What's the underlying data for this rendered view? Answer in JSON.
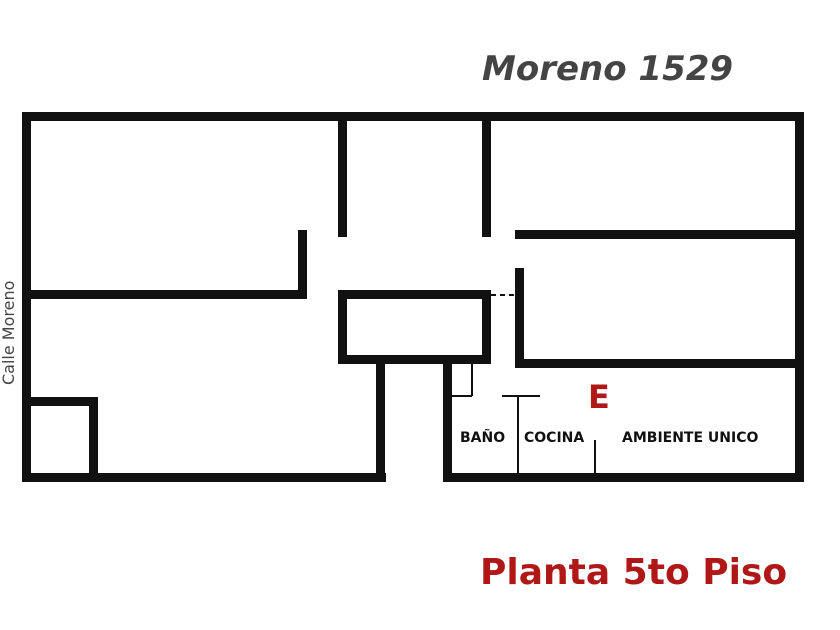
{
  "header": {
    "address": "Moreno 1529"
  },
  "side_label": {
    "street": "Calle Moreno"
  },
  "unit": {
    "marker": "E",
    "rooms": [
      "BAÑO",
      "COCINA",
      "AMBIENTE UNICO"
    ]
  },
  "footer": {
    "floor_title": "Planta 5to Piso"
  },
  "colors": {
    "walls": "#111111",
    "address": "#444444",
    "accent": "#b01818"
  }
}
